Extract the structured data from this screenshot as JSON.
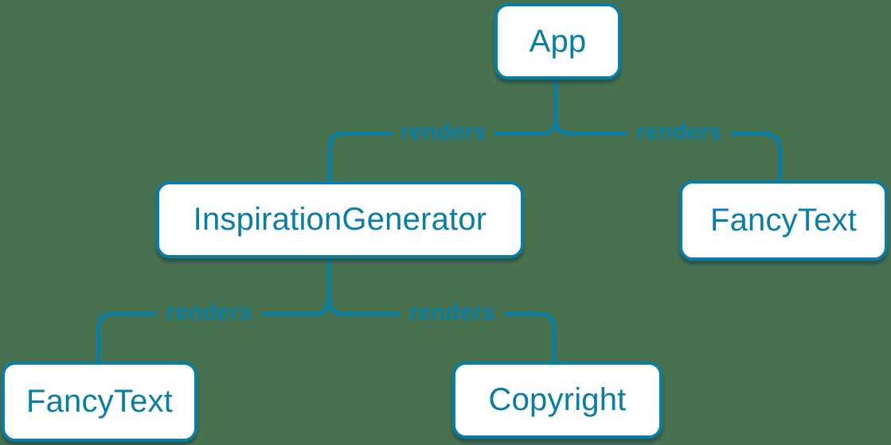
{
  "colors": {
    "background": "#48714F",
    "accent": "#087EA4",
    "node_fill": "#FFFFFF",
    "node_text": "#087EA4",
    "edge_label_text": "#087EA4"
  },
  "diagram": {
    "type": "component-render-tree",
    "nodes": [
      {
        "id": "app",
        "label": "App"
      },
      {
        "id": "inspiration-generator",
        "label": "InspirationGenerator"
      },
      {
        "id": "fancy-text-top",
        "label": "FancyText"
      },
      {
        "id": "fancy-text-bottom",
        "label": "FancyText"
      },
      {
        "id": "copyright",
        "label": "Copyright"
      }
    ],
    "edges": [
      {
        "from": "App",
        "to": "InspirationGenerator",
        "label": "renders"
      },
      {
        "from": "App",
        "to": "FancyText",
        "label": "renders"
      },
      {
        "from": "InspirationGenerator",
        "to": "FancyText",
        "label": "renders"
      },
      {
        "from": "InspirationGenerator",
        "to": "Copyright",
        "label": "renders"
      }
    ]
  }
}
